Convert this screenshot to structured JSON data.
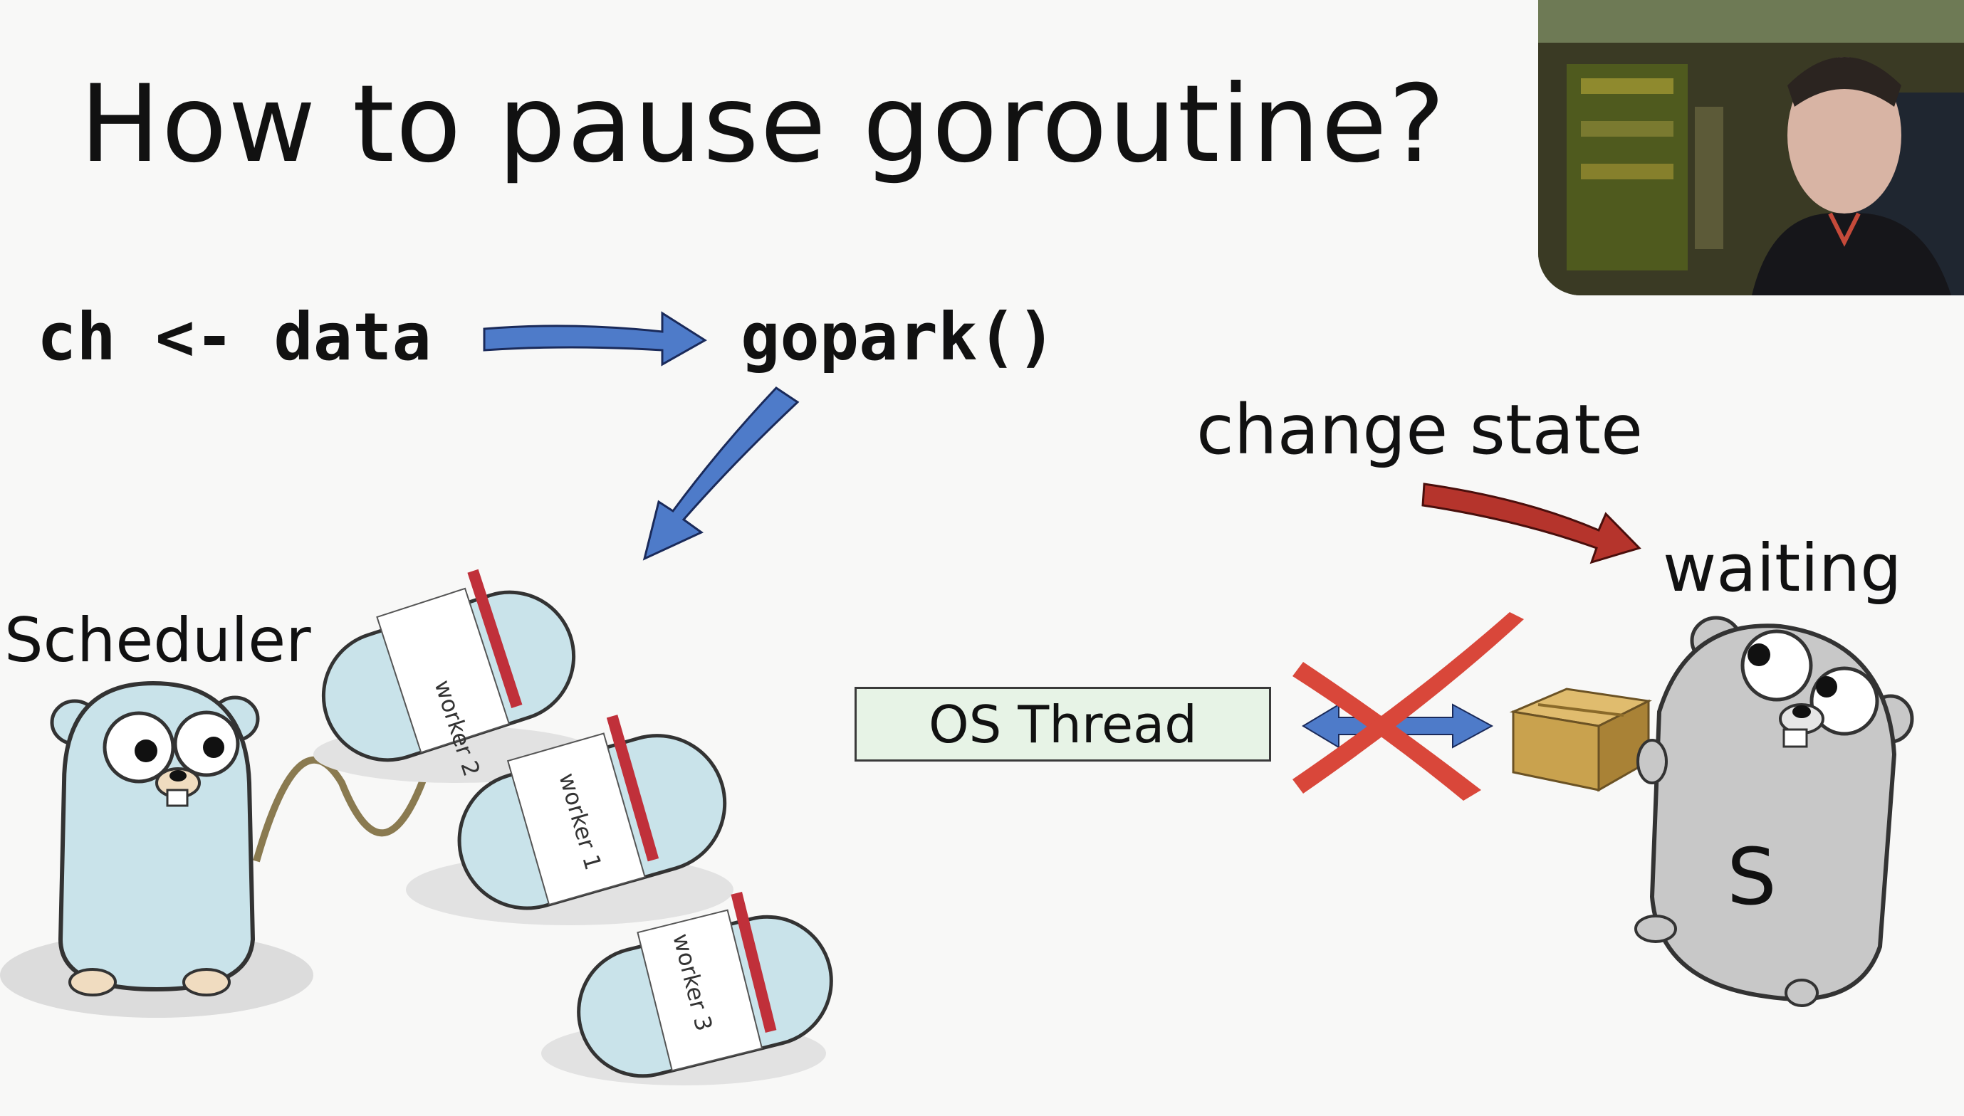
{
  "slide": {
    "title": "How to pause goroutine?",
    "code_send": "ch <- data",
    "code_gopark": "gopark()",
    "change_state": "change state",
    "waiting": "waiting",
    "scheduler": "Scheduler",
    "os_thread": "OS Thread",
    "workers": [
      "worker 2",
      "worker 1",
      "worker 3"
    ],
    "gopher_letter": "S"
  },
  "colors": {
    "blue_arrow": "#4e7bc9",
    "red_arrow": "#b5342c",
    "red_cross": "#d9473a",
    "gopher_blue": "#c9e3ea",
    "gopher_gray": "#c8c8c8",
    "box": "#c9a24e"
  }
}
